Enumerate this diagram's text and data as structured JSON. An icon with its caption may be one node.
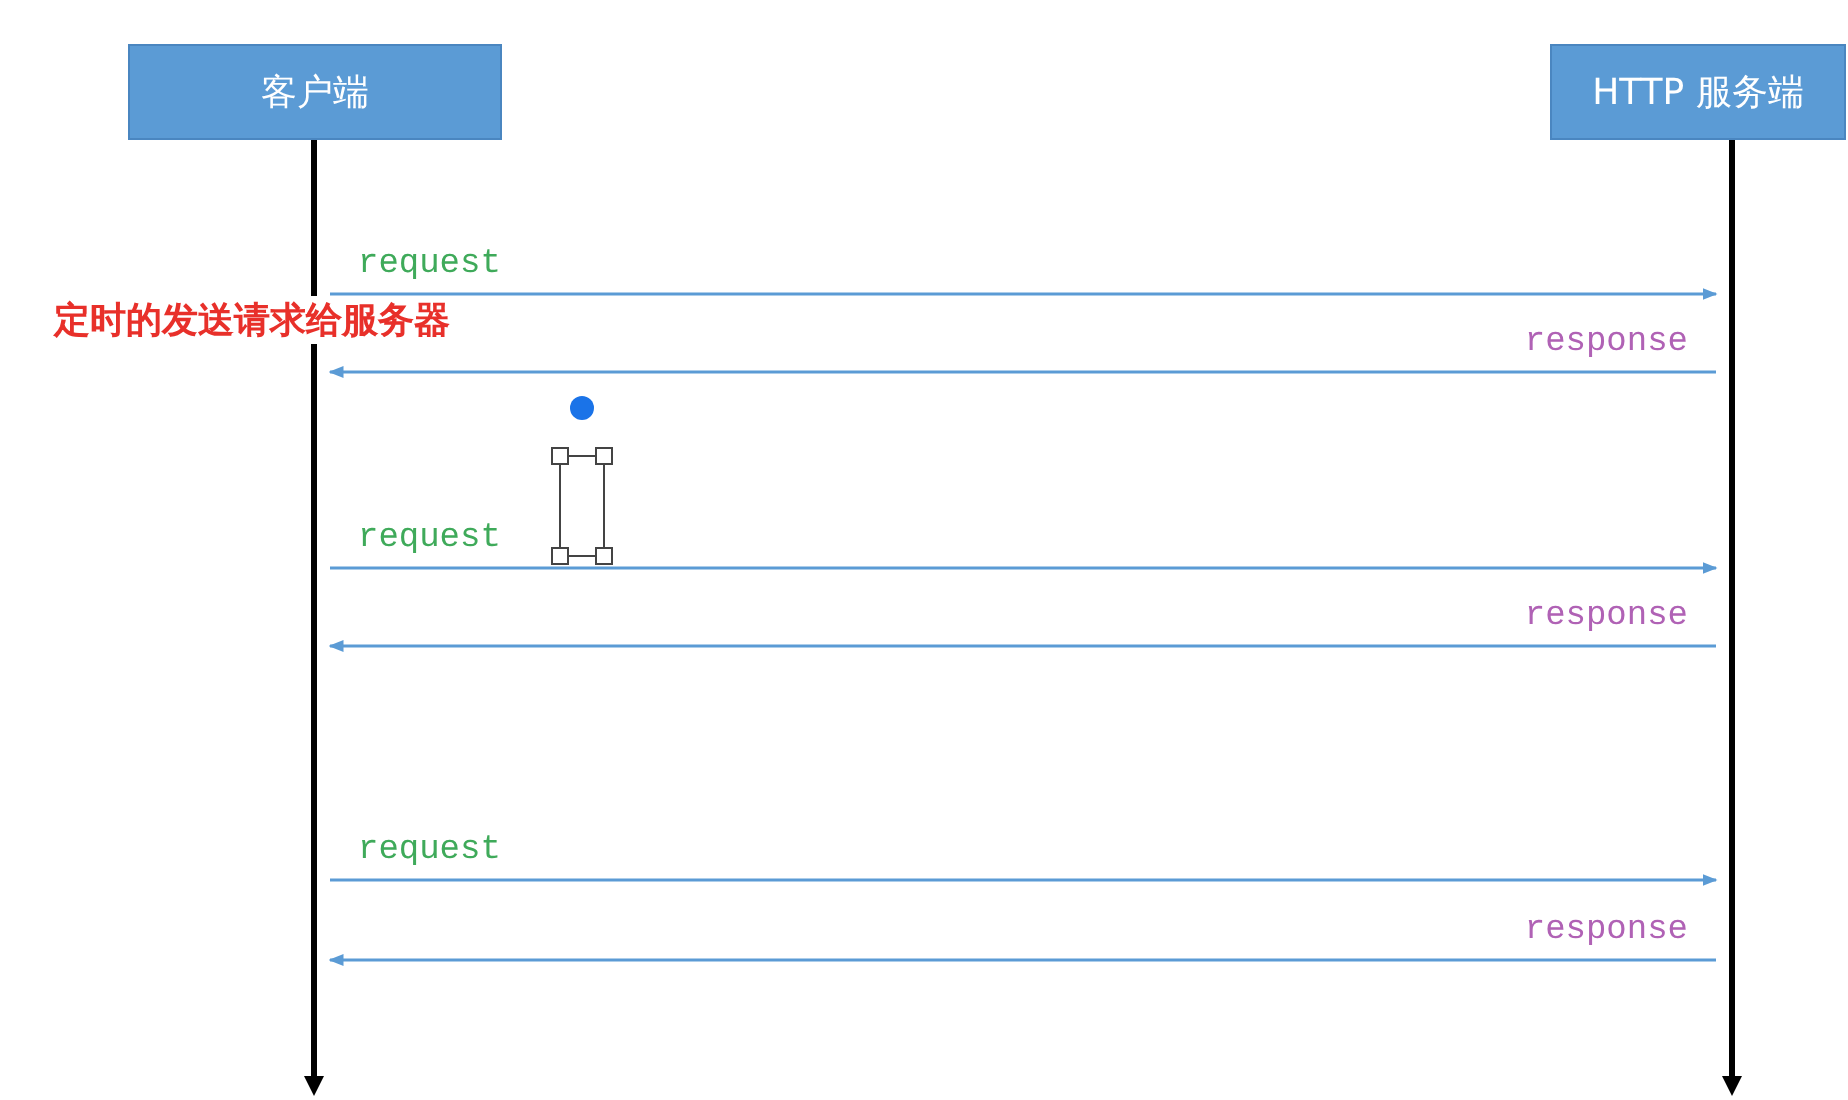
{
  "diagram": {
    "nodes": [
      {
        "text": [
          "客户端"
        ]
      },
      {
        "text": [
          "HTTP 服务端"
        ]
      },
      {
        "text": [],
        "shape": "bar"
      },
      {
        "text": [],
        "shape": "bar"
      }
    ],
    "edges": [
      {
        "from": 2,
        "to": 3,
        "arrow": "to",
        "label": "request"
      },
      {
        "from": 3,
        "to": 2,
        "arrow": "to",
        "label": "response"
      },
      {
        "from": 2,
        "to": 3,
        "arrow": "to",
        "label": "request"
      },
      {
        "from": 3,
        "to": 2,
        "arrow": "to",
        "label": "response"
      },
      {
        "from": 2,
        "to": 3,
        "arrow": "to",
        "label": "request"
      },
      {
        "from": 3,
        "to": 2,
        "arrow": "to",
        "label": "response"
      }
    ],
    "labels": [
      "定时的发送请求给服务器"
    ]
  }
}
